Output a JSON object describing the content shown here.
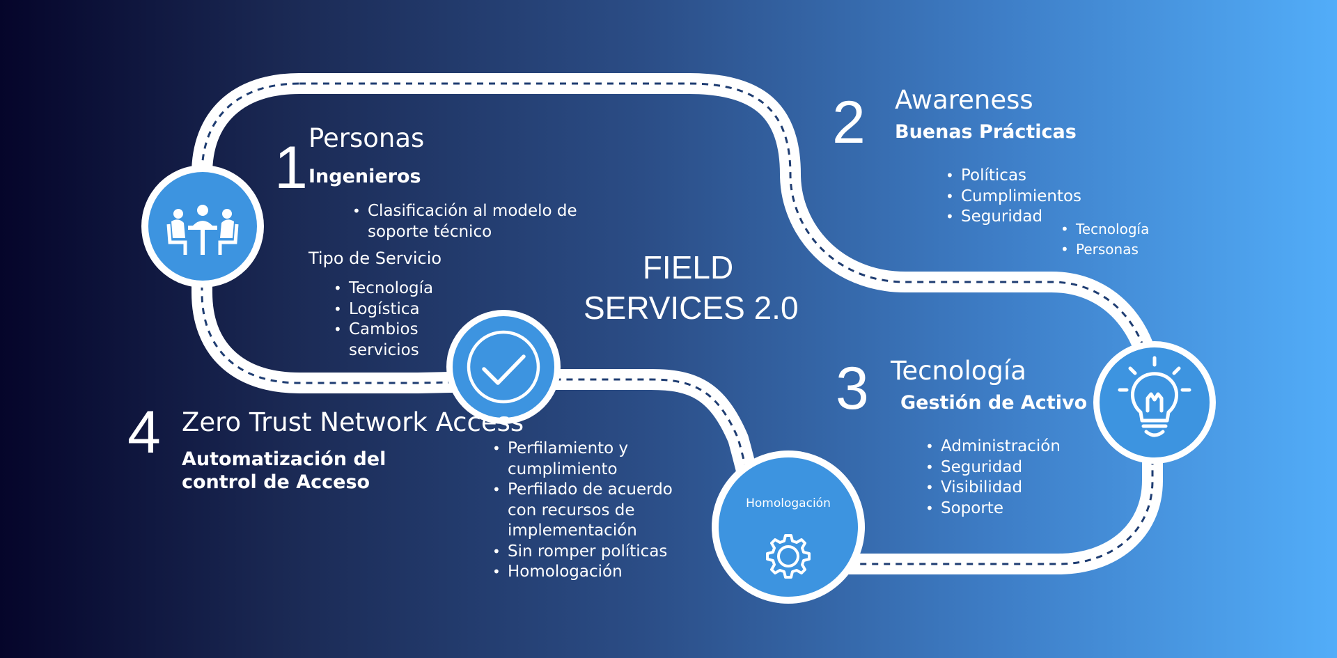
{
  "title": {
    "line1": "FIELD",
    "line2": "SERVICES 2.0"
  },
  "section1": {
    "number": "1",
    "heading": "Personas",
    "subheading": "Ingenieros",
    "bullets": [
      "Clasificación al modelo de\nsoporte técnico"
    ],
    "service_heading": "Tipo de Servicio",
    "service_bullets": [
      "Tecnología",
      "Logística",
      "Cambios\nservicios"
    ]
  },
  "section2": {
    "number": "2",
    "heading": "Awareness",
    "subheading": "Buenas Prácticas",
    "bullets": [
      "Políticas",
      "Cumplimientos",
      "Seguridad"
    ],
    "sub_bullets": [
      "Tecnología",
      "Personas"
    ]
  },
  "section3": {
    "number": "3",
    "heading": "Tecnología",
    "subheading": "Gestión de Activo",
    "bullets": [
      "Administración",
      "Seguridad",
      "Visibilidad",
      "Soporte"
    ]
  },
  "section4": {
    "number": "4",
    "heading": "Zero Trust Network Access",
    "subheading_line1": "Automatización del",
    "subheading_line2": "control de Acceso",
    "bullets": [
      "Perfilamiento y\ncumplimiento",
      "Perfilado de acuerdo\ncon recursos de\nimplementación",
      "Sin romper políticas",
      "Homologación"
    ]
  },
  "nodes": [
    {
      "icon": "meeting-people-icon"
    },
    {
      "icon": "check-circle-icon"
    },
    {
      "label": "Homologación",
      "icon": "gear-icon"
    },
    {
      "icon": "lightbulb-icon"
    }
  ],
  "colors": {
    "node_fill": "#3d94e0",
    "road": "#ffffff",
    "road_dash": "#1f3d72"
  }
}
